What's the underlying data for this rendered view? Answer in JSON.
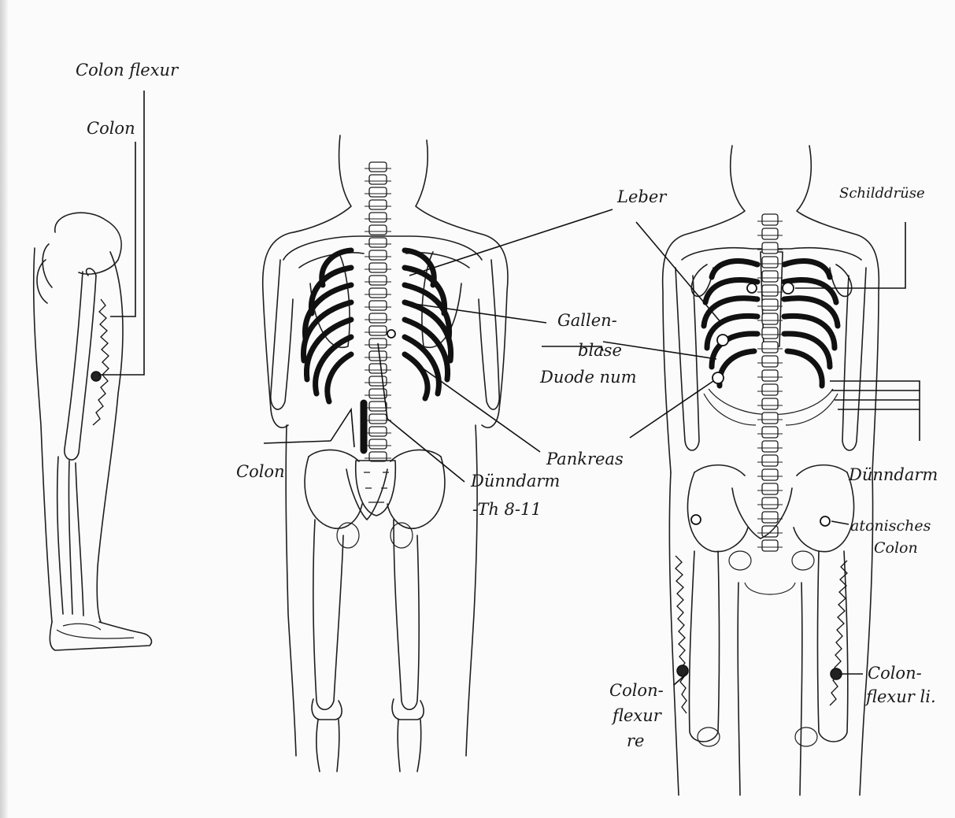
{
  "labels": {
    "colon_flexur_top": "Colon flexur",
    "colon_left": "Colon",
    "leber": "Leber",
    "schilddruse": "Schilddrüse",
    "gallen_1": "Gallen-",
    "gallen_2": "blase",
    "duodenum": "Duode num",
    "pankreas": "Pankreas",
    "colon_back": "Colon",
    "dunndarm_back": "Dünndarm",
    "th_range": "-Th 8-11",
    "dunndarm_front": "Dünndarm",
    "atonisches_1": "atonisches",
    "atonisches_2": "Colon",
    "flexur_re_1": "Colon-",
    "flexur_re_2": "flexur",
    "flexur_re_3": "re",
    "flexur_li_1": "Colon-",
    "flexur_li_2": "flexur li."
  },
  "colors": {
    "ink": "#1e1e1e",
    "paper": "#fbfbfb"
  }
}
